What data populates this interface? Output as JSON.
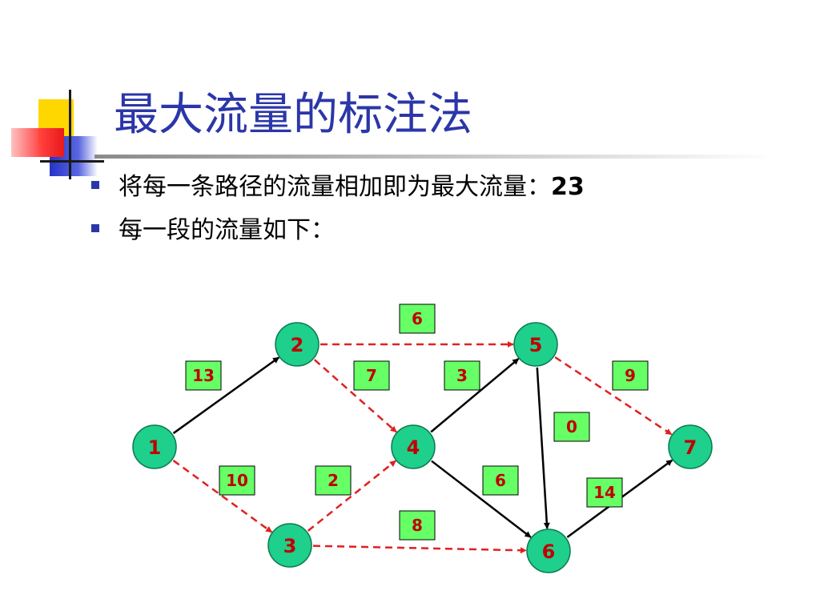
{
  "title": "最大流量的标注法",
  "bullets": [
    {
      "text": "将每一条路径的流量相加即为最大流量：",
      "value": "23"
    },
    {
      "text": "每一段的流量如下："
    }
  ],
  "diagram": {
    "nodes": [
      {
        "id": "1",
        "label": "1"
      },
      {
        "id": "2",
        "label": "2"
      },
      {
        "id": "3",
        "label": "3"
      },
      {
        "id": "4",
        "label": "4"
      },
      {
        "id": "5",
        "label": "5"
      },
      {
        "id": "6",
        "label": "6"
      },
      {
        "id": "7",
        "label": "7"
      }
    ],
    "edges": [
      {
        "from": "1",
        "to": "2",
        "flow": "13",
        "style": "solid"
      },
      {
        "from": "1",
        "to": "3",
        "flow": "10",
        "style": "dashed"
      },
      {
        "from": "2",
        "to": "5",
        "flow": "6",
        "style": "dashed"
      },
      {
        "from": "2",
        "to": "4",
        "flow": "7",
        "style": "dashed"
      },
      {
        "from": "3",
        "to": "4",
        "flow": "2",
        "style": "dashed"
      },
      {
        "from": "3",
        "to": "6",
        "flow": "8",
        "style": "dashed"
      },
      {
        "from": "4",
        "to": "5",
        "flow": "3",
        "style": "solid"
      },
      {
        "from": "4",
        "to": "6",
        "flow": "6",
        "style": "solid"
      },
      {
        "from": "5",
        "to": "6",
        "flow": "0",
        "style": "solid"
      },
      {
        "from": "5",
        "to": "7",
        "flow": "9",
        "style": "dashed"
      },
      {
        "from": "6",
        "to": "7",
        "flow": "14",
        "style": "solid"
      }
    ],
    "colors": {
      "node_fill": "#1fcf8c",
      "node_text": "#c00000",
      "label_fill": "#66ff66",
      "label_text": "#c00000",
      "solid_edge": "#000000",
      "dashed_edge": "#e02020"
    }
  }
}
